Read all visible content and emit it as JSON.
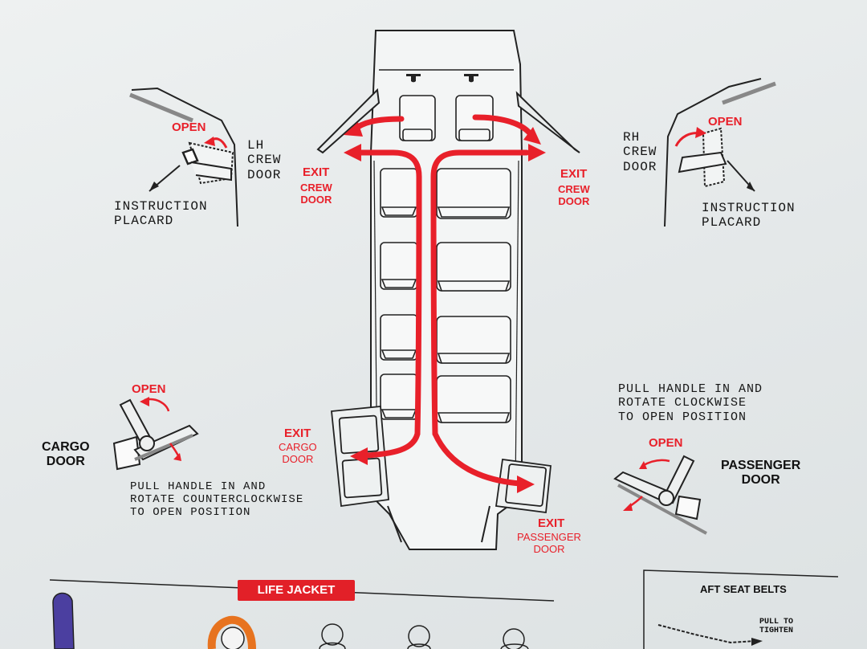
{
  "lh_door": {
    "open": "OPEN",
    "title": "LH\nCREW\nDOOR",
    "placard": "INSTRUCTION\nPLACARD"
  },
  "rh_door": {
    "open": "OPEN",
    "title": "RH\nCREW\nDOOR",
    "placard": "INSTRUCTION\nPLACARD"
  },
  "exit_lh_crew": {
    "exit": "EXIT",
    "door": "CREW\nDOOR"
  },
  "exit_rh_crew": {
    "exit": "EXIT",
    "door": "CREW\nDOOR"
  },
  "cargo": {
    "open": "OPEN",
    "title": "CARGO\nDOOR",
    "instructions": "PULL HANDLE IN AND\nROTATE COUNTERCLOCKWISE\nTO OPEN POSITION"
  },
  "exit_cargo": {
    "exit": "EXIT",
    "door": "CARGO\nDOOR"
  },
  "passenger": {
    "open": "OPEN",
    "title": "PASSENGER\nDOOR",
    "instructions": "PULL HANDLE IN AND\nROTATE CLOCKWISE\nTO OPEN POSITION"
  },
  "exit_passenger": {
    "exit": "EXIT",
    "door": "PASSENGER\nDOOR"
  },
  "life_jacket": {
    "label": "LIFE JACKET"
  },
  "aft_seat_belts": {
    "title": "AFT SEAT BELTS",
    "pull": "PULL TO\nTIGHTEN"
  },
  "colors": {
    "exit_red": "#e8202a",
    "line": "#222222",
    "jacket_orange": "#e7731f",
    "strap_purple": "#4b3fa0"
  }
}
